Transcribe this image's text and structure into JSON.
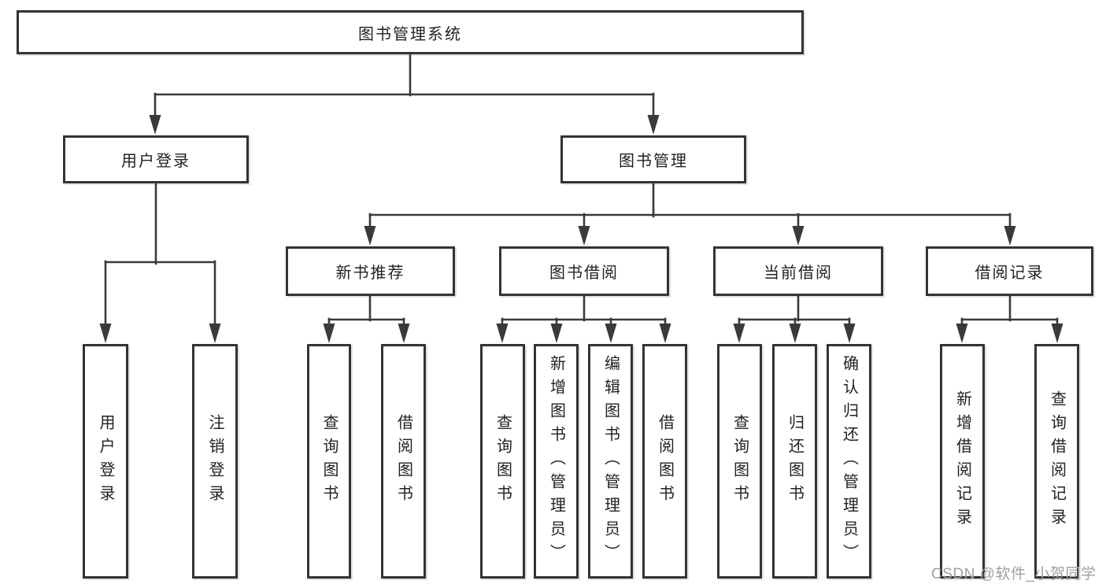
{
  "tree": {
    "label": "图书管理系统",
    "children": [
      {
        "label": "用户登录",
        "children": [
          {
            "label": "用户登录"
          },
          {
            "label": "注销登录"
          }
        ]
      },
      {
        "label": "图书管理",
        "children": [
          {
            "label": "新书推荐",
            "children": [
              {
                "label": "查询图书"
              },
              {
                "label": "借阅图书"
              }
            ]
          },
          {
            "label": "图书借阅",
            "children": [
              {
                "label": "查询图书"
              },
              {
                "label": "新增图书（管理员）"
              },
              {
                "label": "编辑图书（管理员）"
              },
              {
                "label": "借阅图书"
              }
            ]
          },
          {
            "label": "当前借阅",
            "children": [
              {
                "label": "查询图书"
              },
              {
                "label": "归还图书"
              },
              {
                "label": "确认归还（管理员）"
              }
            ]
          },
          {
            "label": "借阅记录",
            "children": [
              {
                "label": "新增借阅记录"
              },
              {
                "label": "查询借阅记录"
              }
            ]
          }
        ]
      }
    ]
  },
  "watermark": {
    "text": "CSDN @软件_小贺同学"
  },
  "colors": {
    "box_border": "#333333",
    "connector": "#3a3a3a",
    "text": "#222222",
    "watermark_text": "#a0a0a0",
    "background": "#ffffff"
  }
}
